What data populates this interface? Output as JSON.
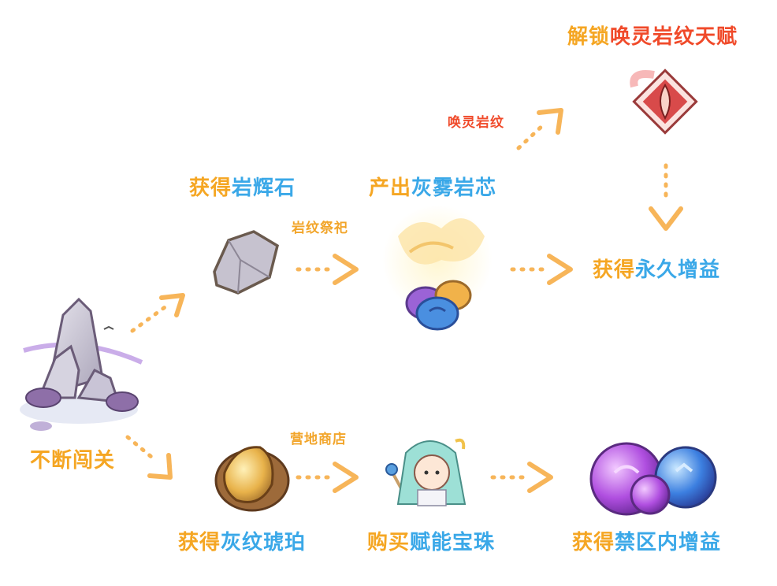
{
  "top_title": {
    "prefix": "解锁",
    "highlight": "唤灵岩纹天赋"
  },
  "branch_top": {
    "obtain_stone": {
      "verb": "获得",
      "item": "岩辉石"
    },
    "ritual_label": "岩纹祭祀",
    "produce_core": {
      "verb": "产出",
      "item": "灰雾岩芯"
    },
    "rune_label": "唤灵岩纹",
    "permanent_buff": {
      "verb": "获得",
      "item": "永久增益"
    }
  },
  "start_label": "不断闯关",
  "branch_bottom": {
    "obtain_amber": {
      "verb": "获得",
      "item": "灰纹琥珀"
    },
    "shop_label": "营地商店",
    "buy_orb": {
      "verb": "购买",
      "item": "赋能宝珠"
    },
    "zone_buff": {
      "verb": "获得",
      "item": "禁区内增益"
    }
  },
  "colors": {
    "verb": "#f5a623",
    "item": "#3aa8e8",
    "highlight": "#f04a2a",
    "arrow": "#f7b559"
  },
  "icons": [
    "rock-mountain-icon",
    "stone-icon",
    "gray-mist-core-icon",
    "talent-emblem-icon",
    "amber-icon",
    "character-icon",
    "orbs-icon"
  ]
}
